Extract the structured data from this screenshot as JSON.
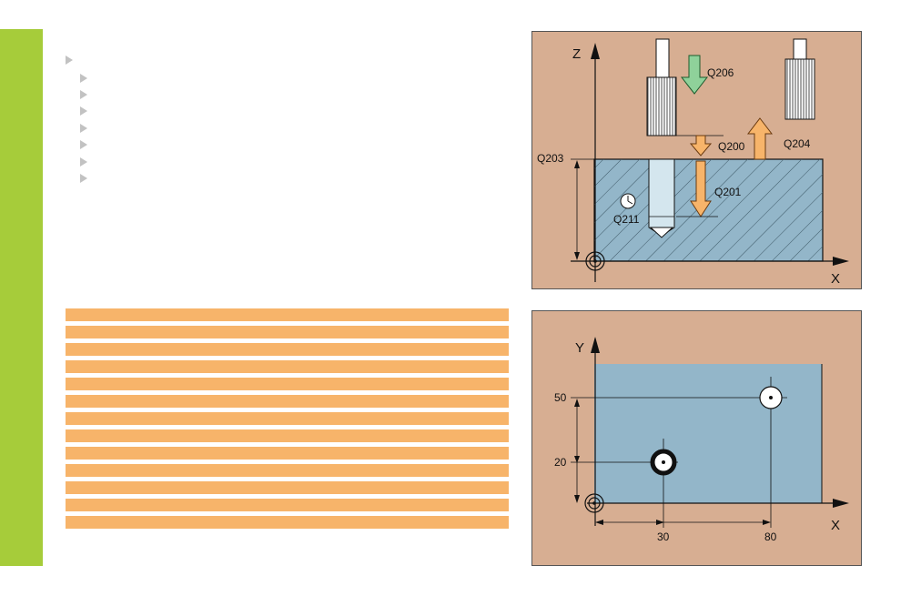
{
  "figure_top": {
    "axis_z": "Z",
    "axis_x": "X",
    "label_q206": "Q206",
    "label_q200": "Q200",
    "label_q204": "Q204",
    "label_q203": "Q203",
    "label_q201": "Q201",
    "label_q211": "Q211"
  },
  "figure_bottom": {
    "axis_y": "Y",
    "axis_x": "X",
    "tick_y_50": "50",
    "tick_y_20": "20",
    "tick_x_30": "30",
    "tick_x_80": "80"
  },
  "colors": {
    "sidebar": "#a6cc3a",
    "table_row": "#f7b46a",
    "figure_bg": "#d7ae92",
    "workpiece": "#93b6c9",
    "arrow_orange": "#f7b46a",
    "arrow_green": "#8fd19a"
  }
}
